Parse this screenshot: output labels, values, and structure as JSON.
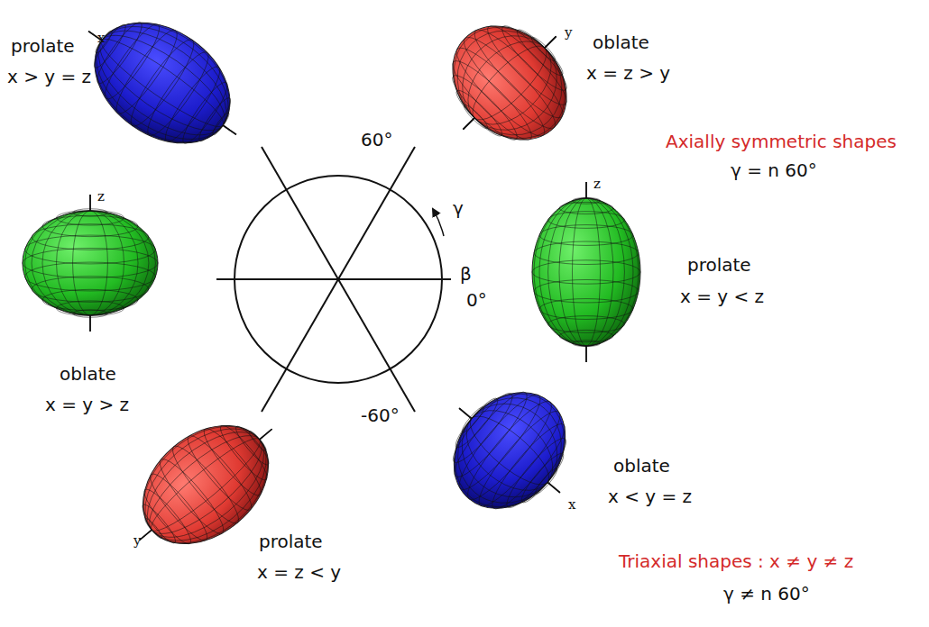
{
  "diagram": {
    "labels": [
      "prolate",
      "x > y = z",
      "oblate",
      "x = z > y",
      "Axially symmetric shapes",
      "γ = n 60°",
      "60°",
      "γ",
      "β",
      "0°",
      "prolate",
      "x = y < z",
      "oblate",
      "x = y > z",
      "-60°",
      "oblate",
      "x < y = z",
      "prolate",
      "x = z < y",
      "Triaxial shapes : x ≠ y ≠ z",
      "γ ≠ n 60°",
      "x",
      "y",
      "z",
      "z",
      "y",
      "x"
    ]
  }
}
